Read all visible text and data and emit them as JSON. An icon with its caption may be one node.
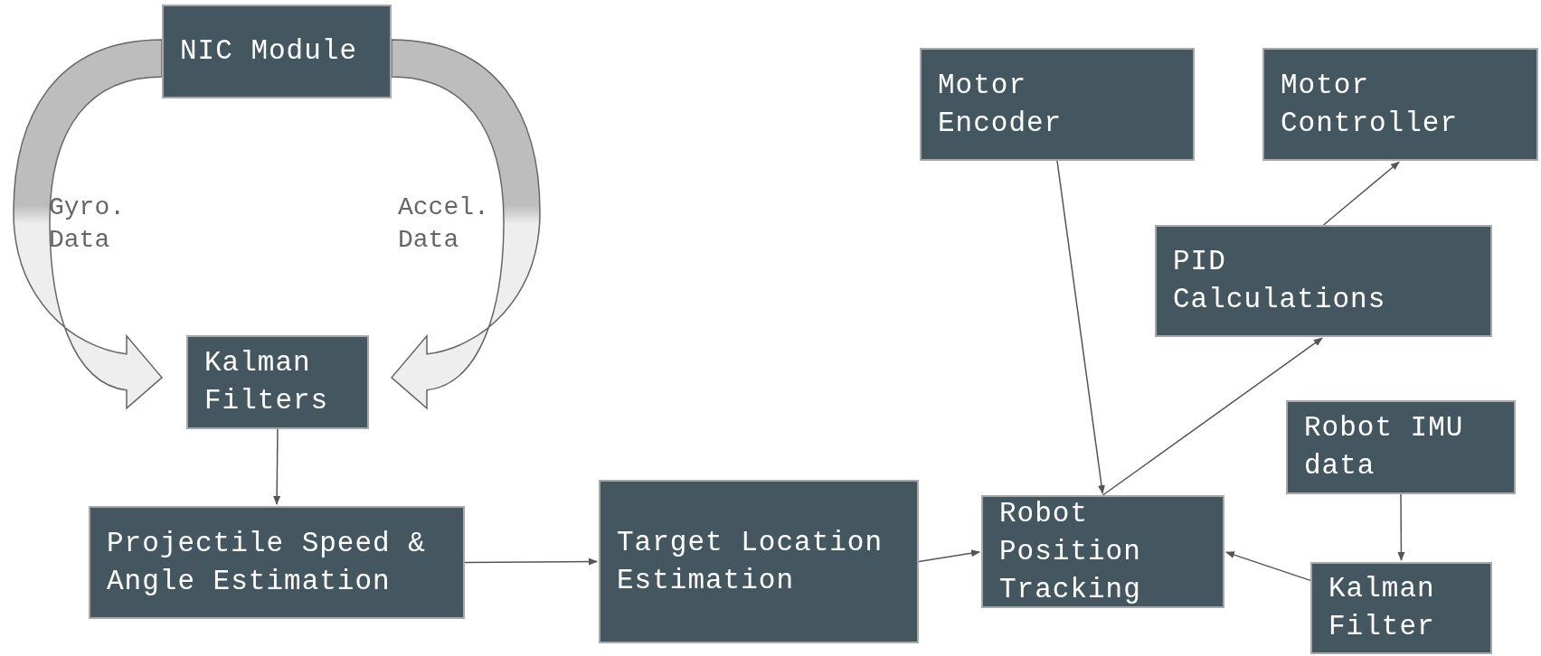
{
  "diagram": {
    "nodes": [
      {
        "text": [
          "NIC Module"
        ]
      },
      {
        "text": [
          "Kalman Filters"
        ]
      },
      {
        "text": [
          "Projectile Speed & Angle Estimation"
        ]
      },
      {
        "text": [
          "Target Location Estimation"
        ]
      },
      {
        "text": [
          "Motor Encoder"
        ]
      },
      {
        "text": [
          "Motor Controller"
        ]
      },
      {
        "text": [
          "PID Calculations"
        ]
      },
      {
        "text": [
          "Robot IMU data"
        ]
      },
      {
        "text": [
          "Robot Position Tracking"
        ]
      },
      {
        "text": [
          "Kalman Filter"
        ]
      }
    ],
    "edges": [
      {
        "from": 0,
        "to": 1,
        "arrow": "to",
        "label": "Gyro. Data",
        "style": "thick"
      },
      {
        "from": 0,
        "to": 1,
        "arrow": "to",
        "label": "Accel. Data",
        "style": "thick"
      },
      {
        "from": 1,
        "to": 2,
        "arrow": "to"
      },
      {
        "from": 2,
        "to": 3,
        "arrow": "to"
      },
      {
        "from": 3,
        "to": 8,
        "arrow": "to"
      },
      {
        "from": 4,
        "to": 8,
        "arrow": "to"
      },
      {
        "from": 8,
        "to": 6,
        "arrow": "to"
      },
      {
        "from": 6,
        "to": 5,
        "arrow": "to"
      },
      {
        "from": 7,
        "to": 9,
        "arrow": "to"
      },
      {
        "from": 9,
        "to": 8,
        "arrow": "to"
      }
    ]
  }
}
